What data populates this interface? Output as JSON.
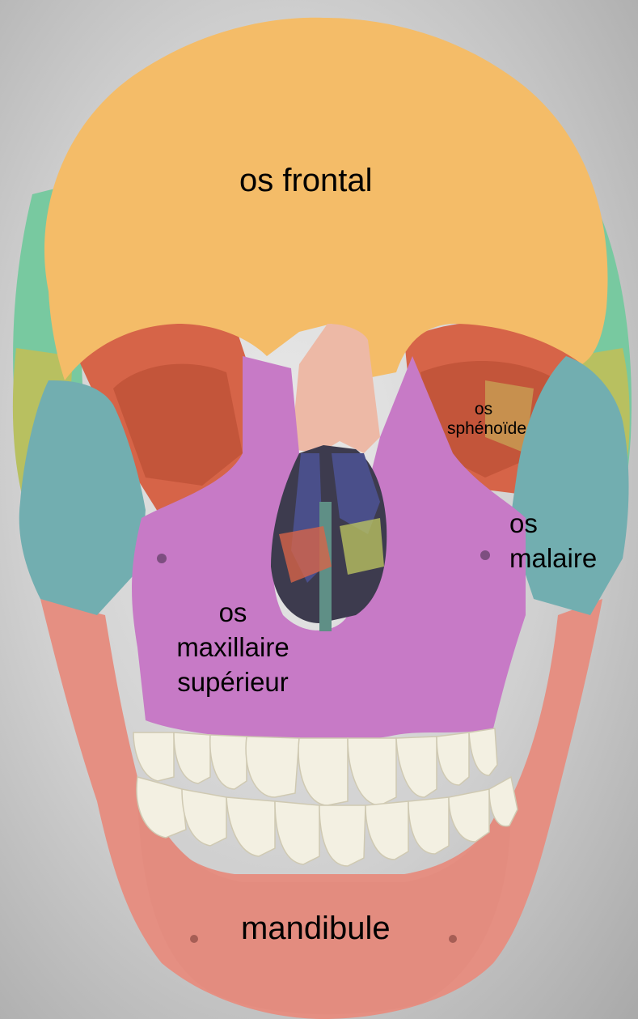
{
  "labels": {
    "frontal": "os frontal",
    "sphenoide": [
      "os",
      "sphénoïde"
    ],
    "malaire": [
      "os",
      "malaire"
    ],
    "maxillaire": [
      "os",
      "maxillaire",
      "supérieur"
    ],
    "mandibule": "mandibule"
  },
  "colors": {
    "background": "#cfcfcf",
    "frontal": "#f4bc68",
    "temporal": "#78c9a0",
    "parietal_side": "#b8c060",
    "sphenoide": "#d66448",
    "malaire": "#72aeb0",
    "maxillaire": "#c77ac6",
    "nasal": "#edb9a6",
    "vomer": "#4a4f8a",
    "mandibule": "#e58f82",
    "teeth": "#f3f0e2"
  }
}
